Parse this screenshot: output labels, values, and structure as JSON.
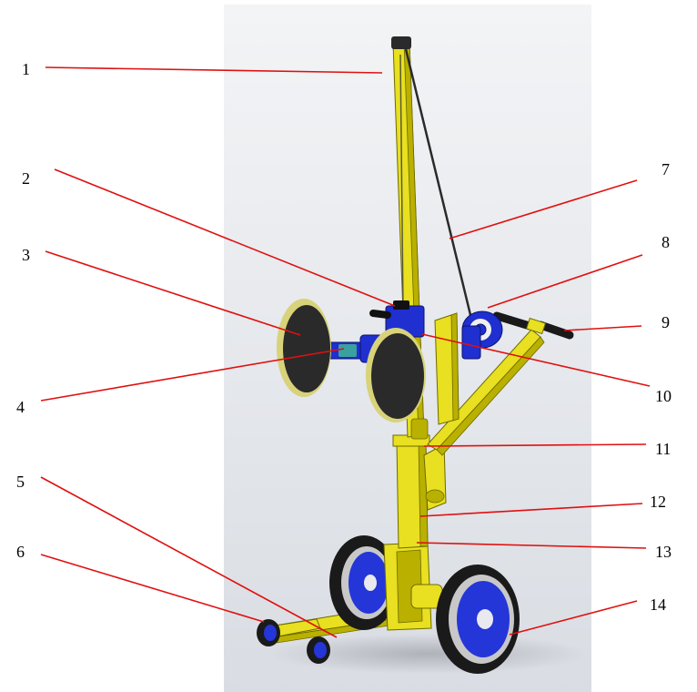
{
  "callouts": [
    {
      "id": "1",
      "label": "1"
    },
    {
      "id": "2",
      "label": "2"
    },
    {
      "id": "3",
      "label": "3"
    },
    {
      "id": "4",
      "label": "4"
    },
    {
      "id": "5",
      "label": "5"
    },
    {
      "id": "6",
      "label": "6"
    },
    {
      "id": "7",
      "label": "7"
    },
    {
      "id": "8",
      "label": "8"
    },
    {
      "id": "9",
      "label": "9"
    },
    {
      "id": "10",
      "label": "10"
    },
    {
      "id": "11",
      "label": "11"
    },
    {
      "id": "12",
      "label": "12"
    },
    {
      "id": "13",
      "label": "13"
    },
    {
      "id": "14",
      "label": "14"
    }
  ],
  "colors": {
    "leader_line": "#e01010",
    "frame_yellow": "#e8e020",
    "frame_shadow": "#b9b000",
    "motor_blue": "#1f2fd0",
    "wheel_rim_blue": "#2436d8",
    "tire": "#1a1a1a",
    "suction_pad": "#2a2a2a",
    "pad_rim": "#d8d27a",
    "backdrop": "#e6e9ee"
  }
}
